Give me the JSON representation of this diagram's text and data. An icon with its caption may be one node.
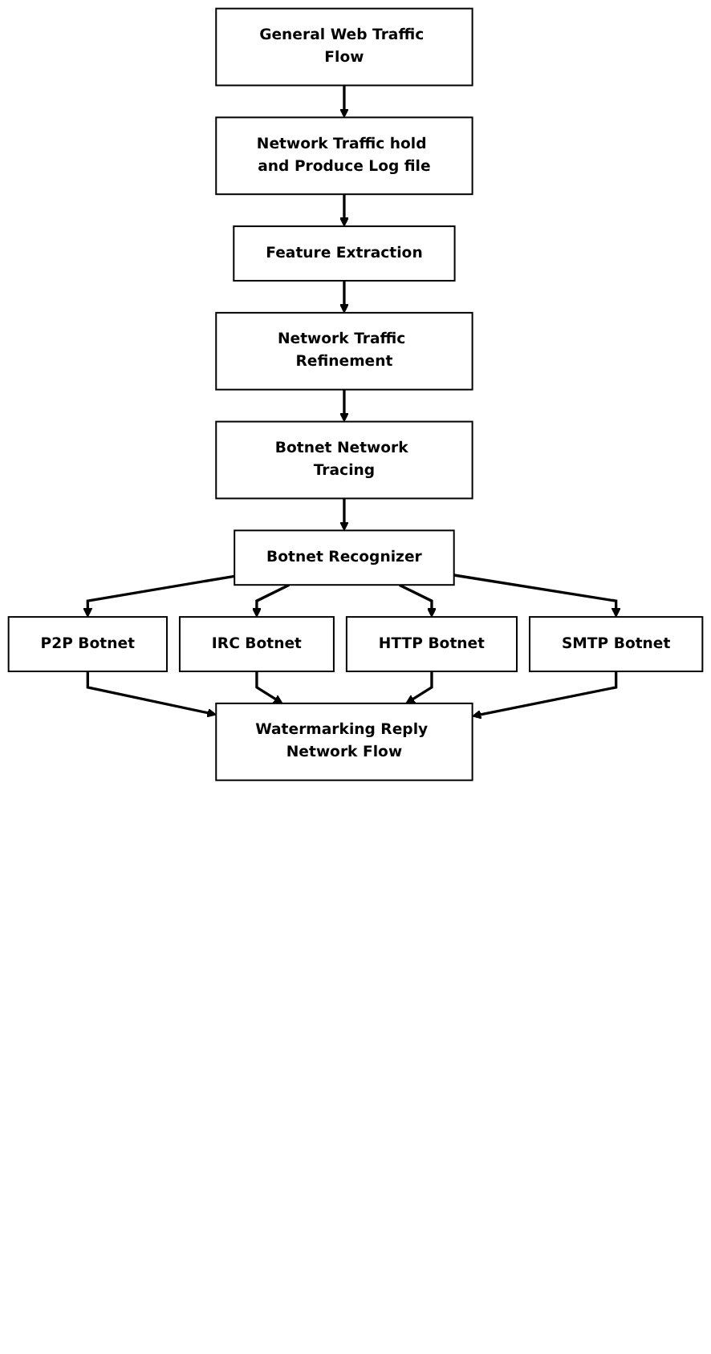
{
  "diagram": {
    "nodes": [
      {
        "text": [
          "General Web Traffic Flow"
        ]
      },
      {
        "text": [
          "Network Traffic hold and Produce Log file"
        ]
      },
      {
        "text": [
          "Feature Extraction"
        ]
      },
      {
        "text": [
          "Network Traffic Refinement"
        ]
      },
      {
        "text": [
          "Botnet Network Tracing"
        ]
      },
      {
        "text": [
          "Botnet Recognizer"
        ]
      },
      {
        "text": [
          "P2P Botnet"
        ]
      },
      {
        "text": [
          "IRC Botnet"
        ]
      },
      {
        "text": [
          "HTTP Botnet"
        ]
      },
      {
        "text": [
          "SMTP Botnet"
        ]
      },
      {
        "text": [
          "Watermarking Reply Network Flow"
        ]
      }
    ],
    "edges": [
      {
        "from": 0,
        "to": 1,
        "arrow": "to"
      },
      {
        "from": 1,
        "to": 2,
        "arrow": "to"
      },
      {
        "from": 2,
        "to": 3,
        "arrow": "to"
      },
      {
        "from": 3,
        "to": 4,
        "arrow": "to"
      },
      {
        "from": 4,
        "to": 5,
        "arrow": "to"
      },
      {
        "from": 5,
        "to": 6,
        "arrow": "to"
      },
      {
        "from": 5,
        "to": 7,
        "arrow": "to"
      },
      {
        "from": 5,
        "to": 8,
        "arrow": "to"
      },
      {
        "from": 5,
        "to": 9,
        "arrow": "to"
      },
      {
        "from": 6,
        "to": 10,
        "arrow": "to"
      },
      {
        "from": 7,
        "to": 10,
        "arrow": "to"
      },
      {
        "from": 8,
        "to": 10,
        "arrow": "to"
      },
      {
        "from": 9,
        "to": 10,
        "arrow": "to"
      }
    ]
  }
}
